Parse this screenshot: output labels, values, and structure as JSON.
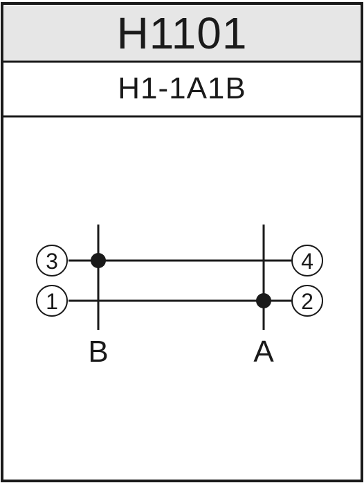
{
  "part_number": "H1101",
  "model_code": "H1-1A1B",
  "terminals": [
    "③",
    "①",
    "④",
    "②"
  ],
  "contacts": [
    "B",
    "A"
  ],
  "colors": {
    "line": "#1a1a1a",
    "header_bg": "#e6e6e6",
    "background": "#ffffff"
  }
}
